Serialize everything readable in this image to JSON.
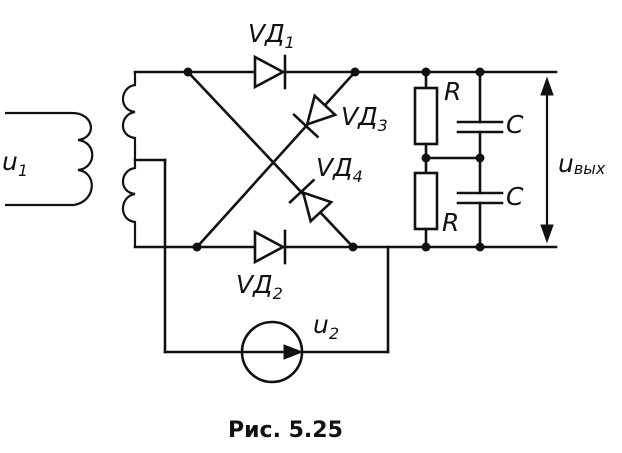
{
  "labels": {
    "u1": "u",
    "u1_sub": "1",
    "vd1": "VД",
    "vd1_sub": "1",
    "vd2": "VД",
    "vd2_sub": "2",
    "vd3": "VД",
    "vd3_sub": "3",
    "vd4": "VД",
    "vd4_sub": "4",
    "r_top": "R",
    "r_bottom": "R",
    "c_top": "C",
    "c_bottom": "C",
    "u_out": "u",
    "u_out_sub": "вых",
    "u2": "u",
    "u2_sub": "2"
  },
  "caption": "Рис. 5.25"
}
